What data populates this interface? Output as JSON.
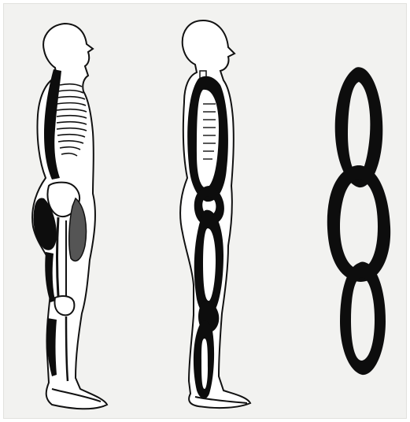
{
  "illustration": {
    "figures": [
      {
        "name": "skeletal-figure-left"
      },
      {
        "name": "muscle-chain-figure-middle"
      },
      {
        "name": "chain-links-right"
      }
    ],
    "colors": {
      "background": "#f2f2f0",
      "ink": "#0d0d0d",
      "paper": "#ffffff"
    }
  }
}
